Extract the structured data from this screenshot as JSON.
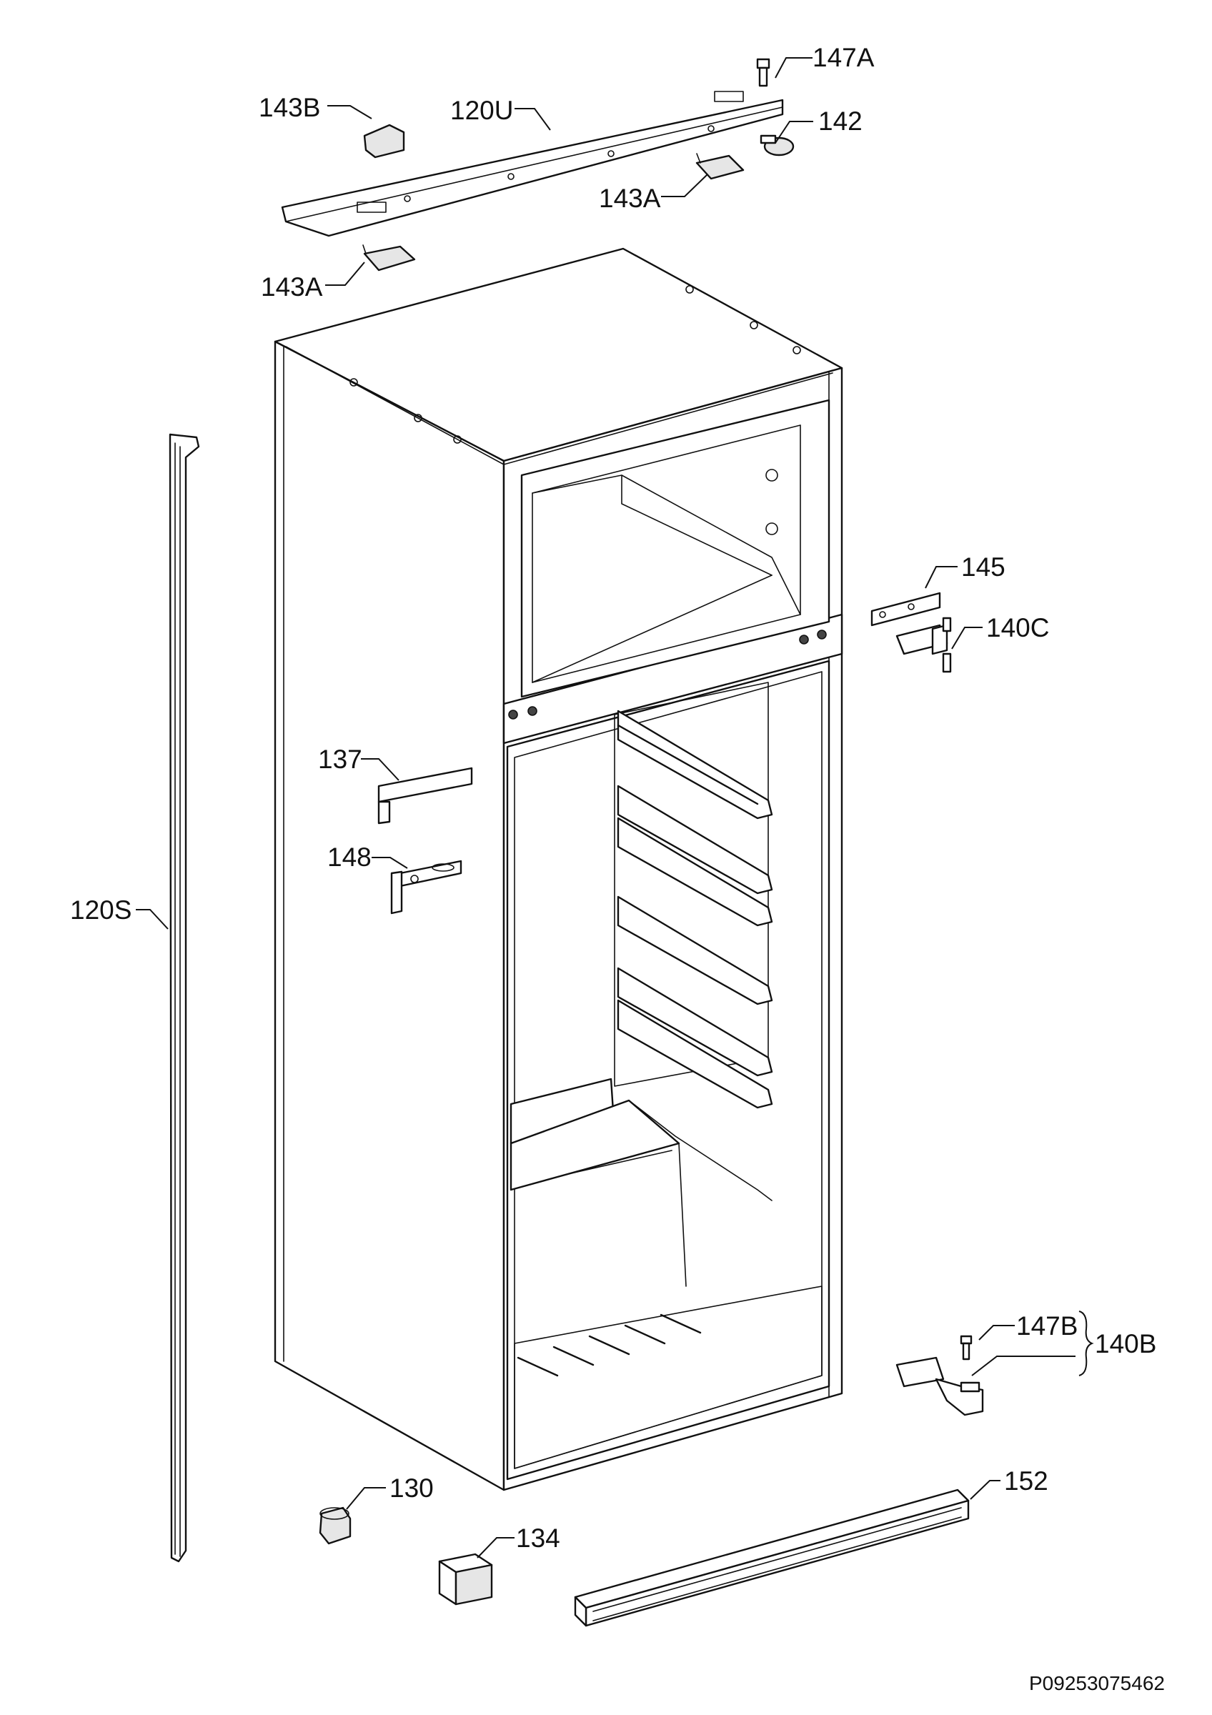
{
  "labels": {
    "147A": "147A",
    "143B": "143B",
    "120U": "120U",
    "142": "142",
    "143A_top": "143A",
    "143A_left": "143A",
    "145": "145",
    "140C": "140C",
    "137": "137",
    "148": "148",
    "120S": "120S",
    "147B": "147B",
    "140B": "140B",
    "130": "130",
    "152": "152",
    "134": "134"
  },
  "diagram_code": "P09253075462"
}
